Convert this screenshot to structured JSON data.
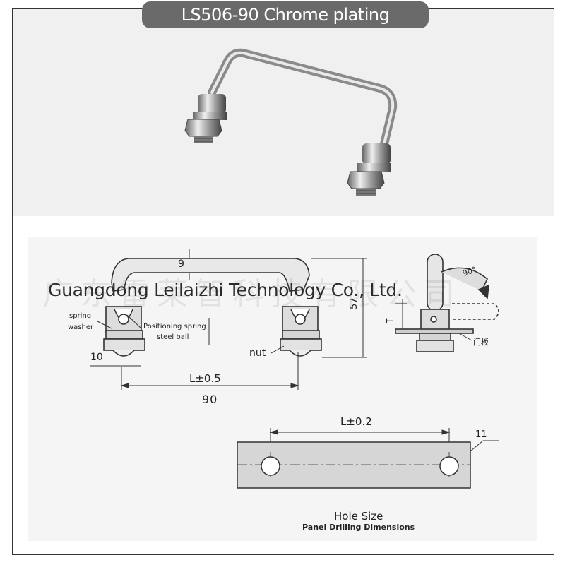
{
  "header": {
    "title": "LS506-90 Chrome plating"
  },
  "watermark": {
    "company": "Guangdong Leilaizhi Technology Co., Ltd.",
    "chinese_faint": "广东雷莱智科技有限公司"
  },
  "drawing": {
    "dim_top_thickness": "9",
    "label_spring_washer_1": "spring",
    "label_spring_washer_2": "washer",
    "label_positioning_1": "Positioning spring",
    "label_positioning_2": "steel ball",
    "dim_foot": "10",
    "label_nut": "nut",
    "dim_length_tol": "L±0.5",
    "dim_length_value": "90",
    "dim_height": "57",
    "dim_panel_t": "T",
    "label_angle": "90°",
    "label_door_panel": "门板",
    "dim_hole_spacing": "L±0.2",
    "dim_hole_dia": "11",
    "caption_title": "Hole Size",
    "caption_subtitle": "Panel Drilling Dimensions"
  }
}
